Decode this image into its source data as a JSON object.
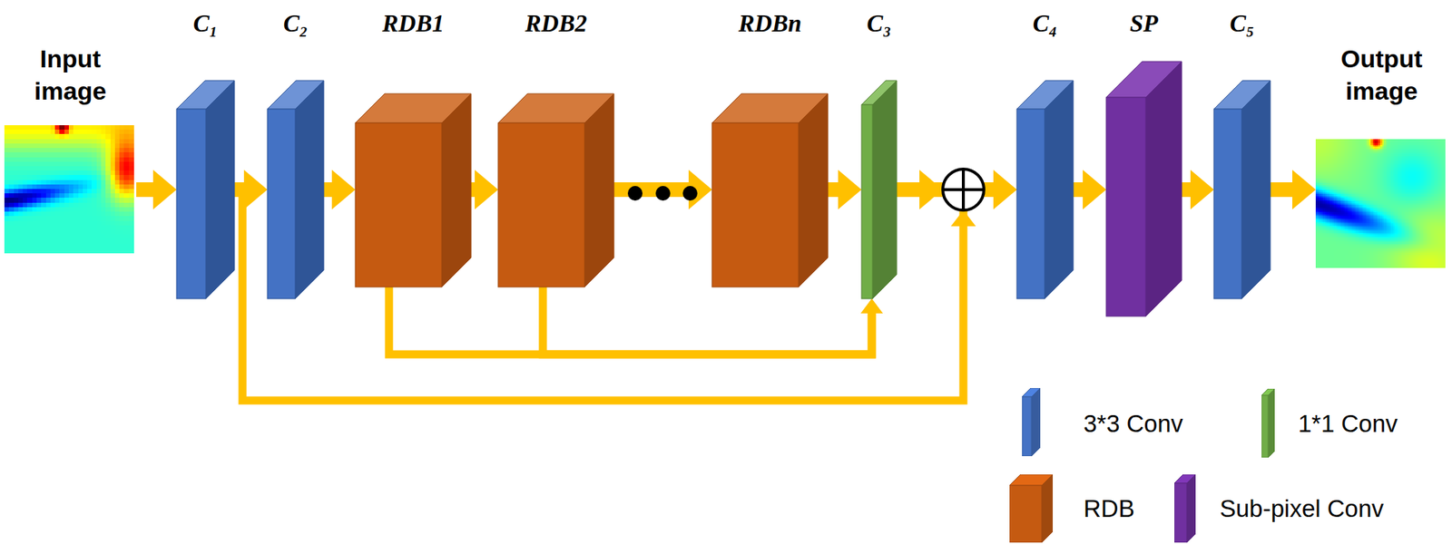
{
  "diagram": {
    "nodes": [
      {
        "text": [
          "Input image"
        ]
      },
      {
        "text": [
          "C₁"
        ]
      },
      {
        "text": [
          "C₂"
        ]
      },
      {
        "text": [
          "RDB1"
        ]
      },
      {
        "text": [
          "RDB2"
        ]
      },
      {
        "text": [
          "RDBn"
        ]
      },
      {
        "text": [
          "C₃"
        ]
      },
      {
        "text": [
          "C₄"
        ]
      },
      {
        "text": [
          "SP"
        ]
      },
      {
        "text": [
          "C₅"
        ]
      },
      {
        "text": [
          "Output image"
        ]
      }
    ],
    "edges": [
      {
        "from": 0,
        "to": 1,
        "arrow": "to"
      },
      {
        "from": 1,
        "to": 2,
        "arrow": "to"
      },
      {
        "from": 2,
        "to": 3,
        "arrow": "to"
      },
      {
        "from": 3,
        "to": 4,
        "arrow": "to"
      },
      {
        "from": 4,
        "to": 5,
        "arrow": "to"
      },
      {
        "from": 5,
        "to": 6,
        "arrow": "to"
      },
      {
        "from": 3,
        "to": 6,
        "arrow": "to"
      },
      {
        "from": 4,
        "to": 6,
        "arrow": "to"
      },
      {
        "from": 6,
        "to": 7,
        "arrow": "to"
      },
      {
        "from": 1,
        "to": 7,
        "arrow": "to"
      },
      {
        "from": 7,
        "to": 8,
        "arrow": "to"
      },
      {
        "from": 8,
        "to": 9,
        "arrow": "to"
      },
      {
        "from": 9,
        "to": 10,
        "arrow": "to"
      }
    ],
    "legend": [
      {
        "text": "3*3 Conv",
        "color": "#4472C4"
      },
      {
        "text": "1*1 Conv",
        "color": "#70AD47"
      },
      {
        "text": "RDB",
        "color": "#C55A11"
      },
      {
        "text": "Sub-pixel Conv",
        "color": "#7030A0"
      }
    ]
  }
}
